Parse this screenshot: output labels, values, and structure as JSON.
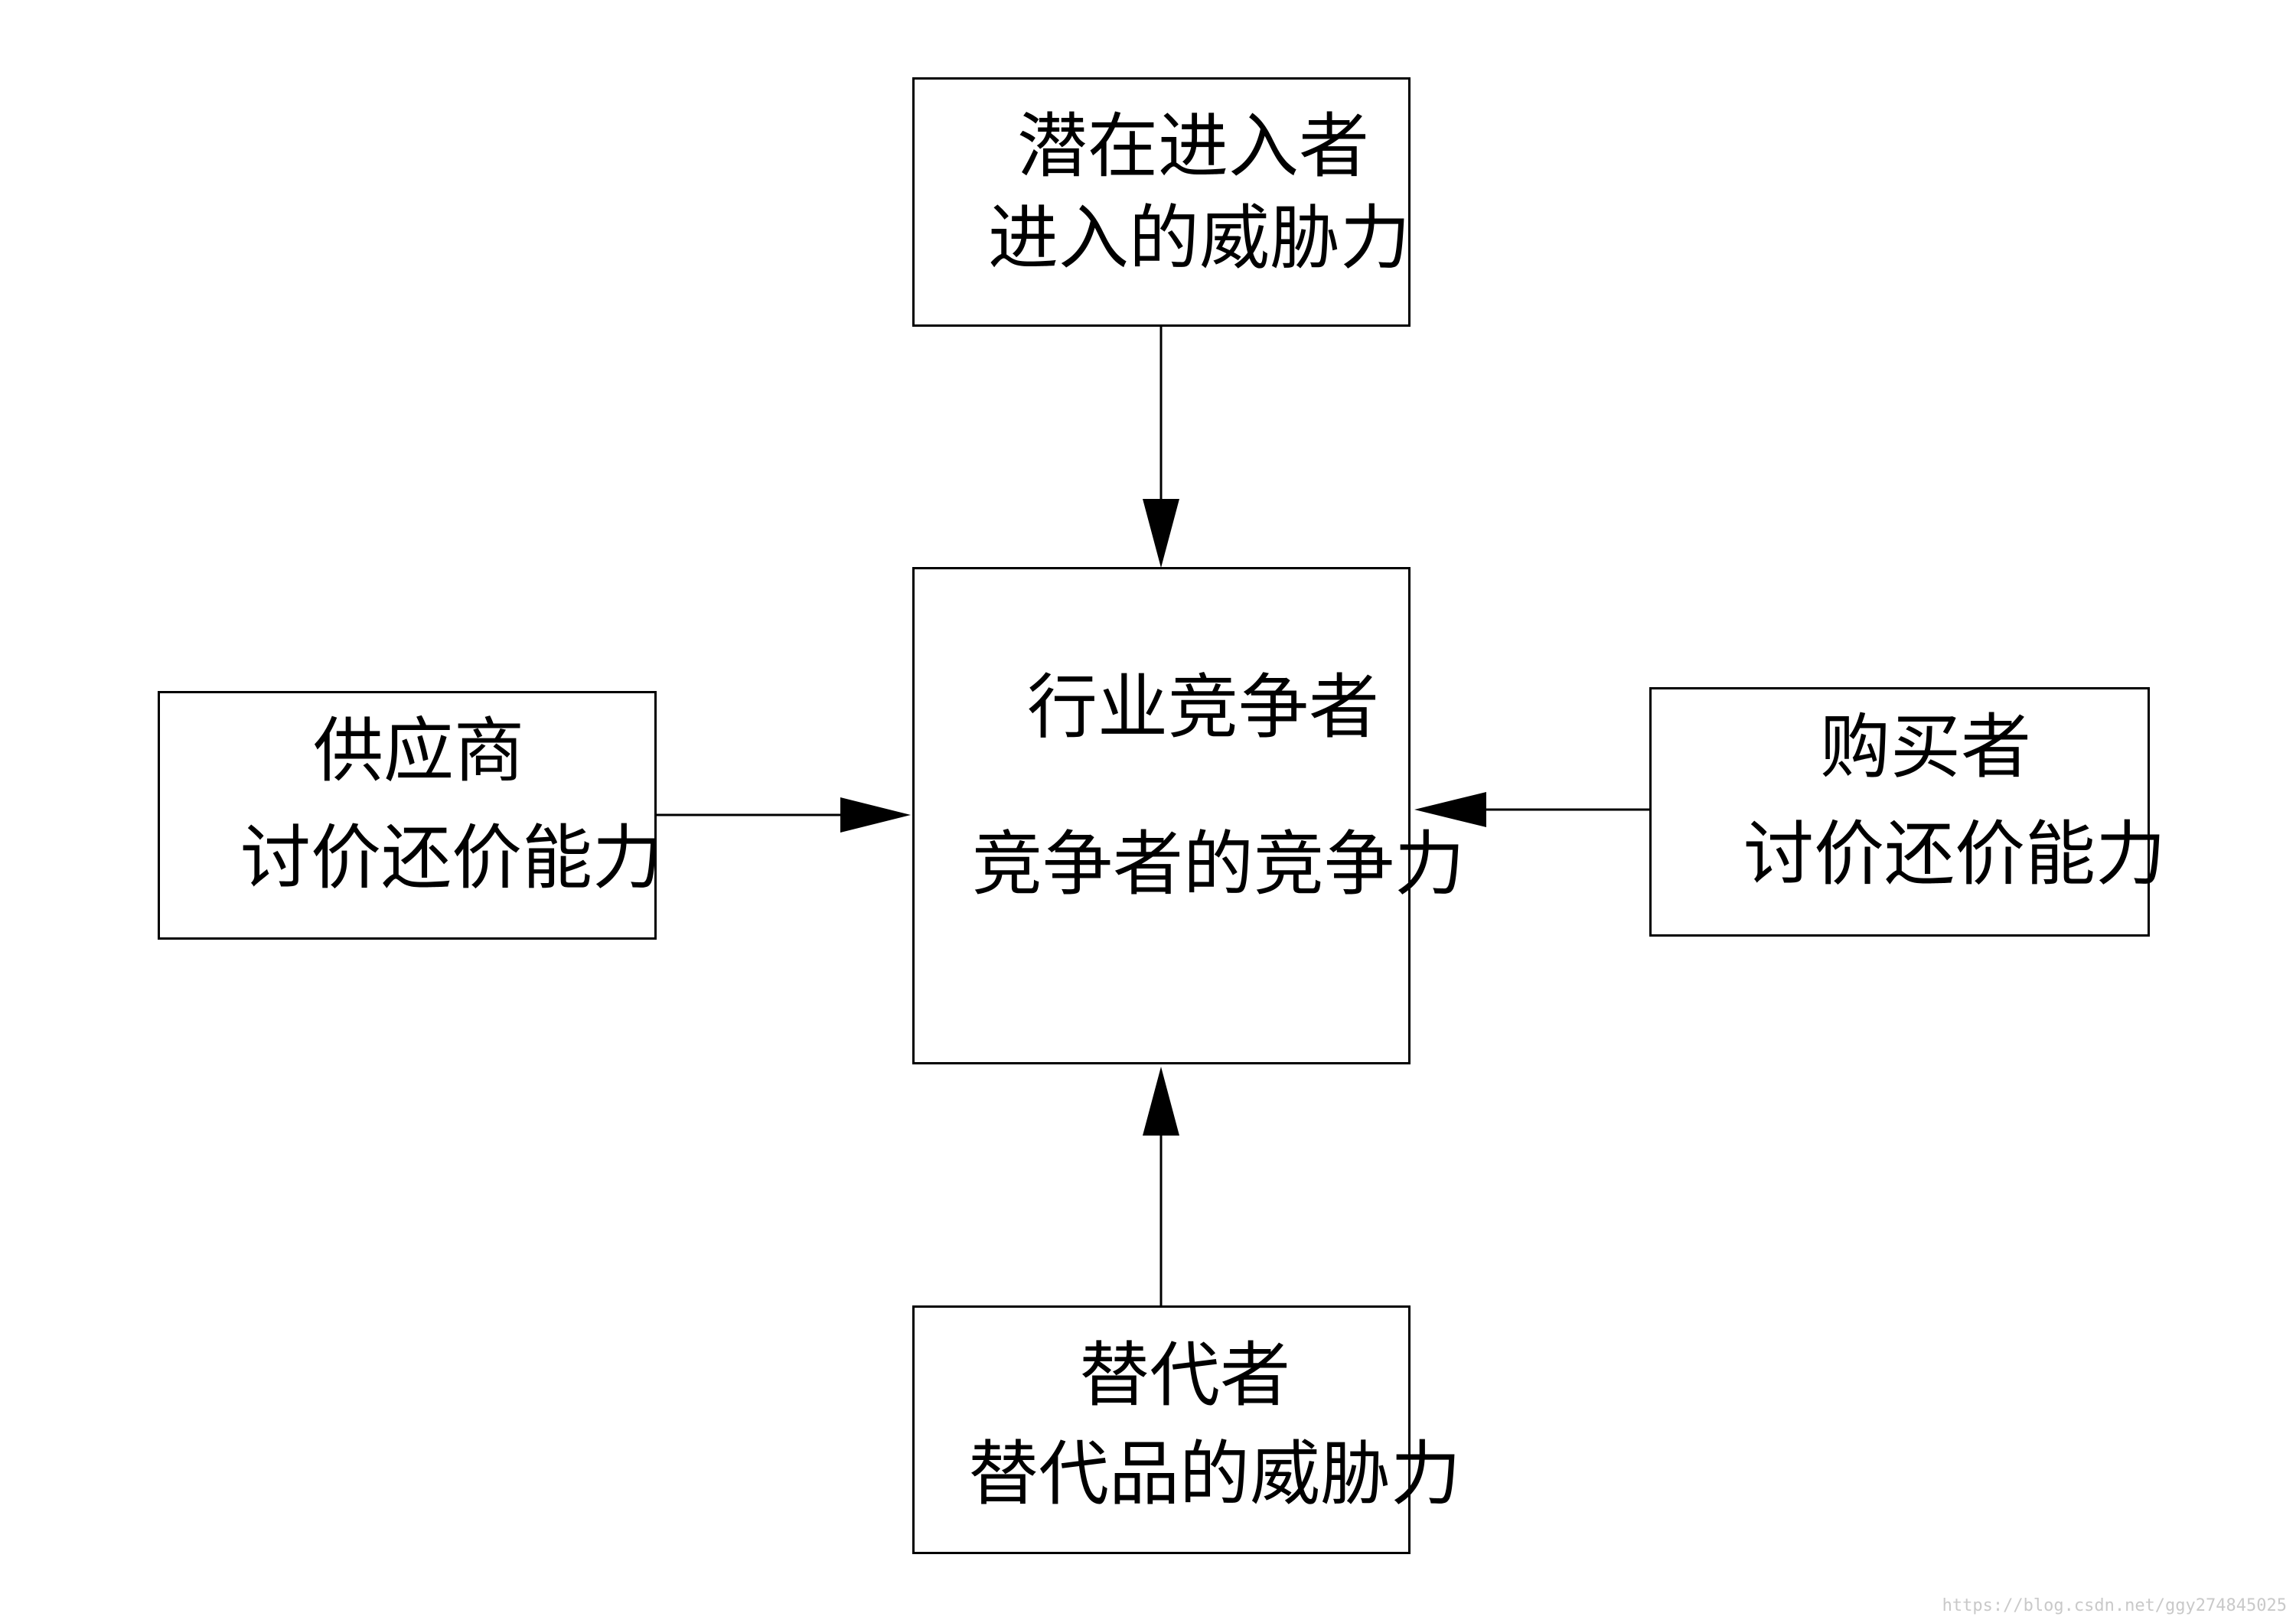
{
  "diagram": {
    "entrants": {
      "line1": "潜在进入者",
      "line2": "进入的威胁力"
    },
    "rivals": {
      "line1": "行业竞争者",
      "line2": "竞争者的竞争力"
    },
    "suppliers": {
      "line1": "供应商",
      "line2": "讨价还价能力"
    },
    "buyers": {
      "line1": "购买者",
      "line2": "讨价还价能力"
    },
    "substitutes": {
      "line1": "替代者",
      "line2": "替代品的威胁力"
    }
  },
  "watermark": "https://blog.csdn.net/ggy274845025"
}
